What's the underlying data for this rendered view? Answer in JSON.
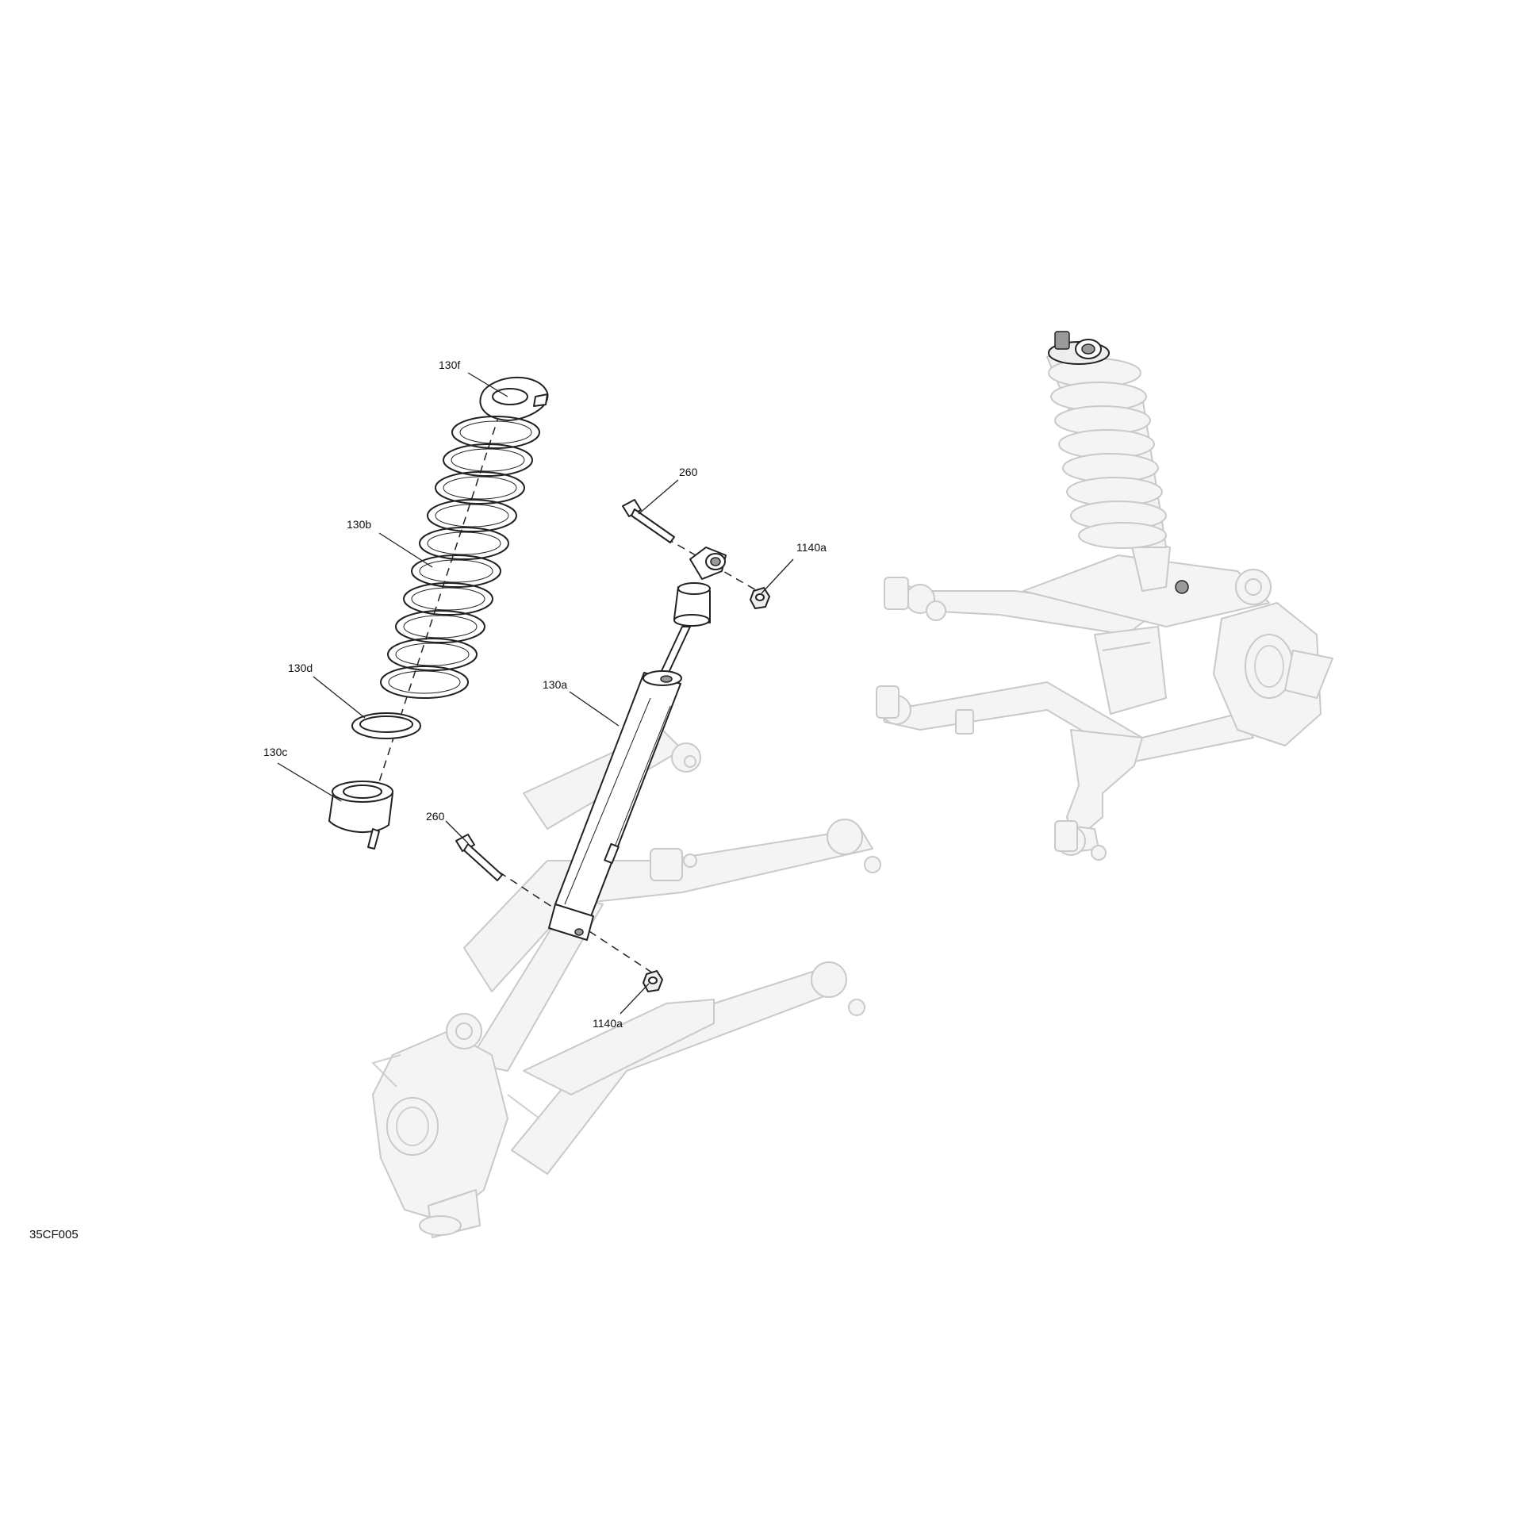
{
  "diagram_code": "35CF005",
  "callouts": {
    "spring_retainer_top": "130f",
    "coil_spring": "130b",
    "spring_seat": "130d",
    "spring_adjuster": "130c",
    "shock_absorber": "130a",
    "upper_bolt": "260",
    "lower_bolt": "260",
    "upper_nut": "1140a",
    "lower_nut": "1140a"
  },
  "colors": {
    "line": "#222222",
    "ghost_fill": "#f4f4f4",
    "ghost_stroke": "#c9c9c9"
  }
}
